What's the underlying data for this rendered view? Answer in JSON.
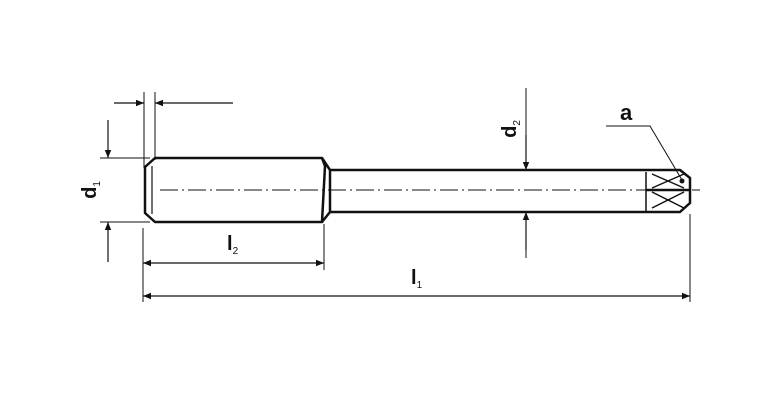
{
  "labels": {
    "d1": {
      "main": "d",
      "sub": "1"
    },
    "d2": {
      "main": "d",
      "sub": "2"
    },
    "l1": {
      "main": "l",
      "sub": "1"
    },
    "l2": {
      "main": "l",
      "sub": "2"
    },
    "a": "a"
  },
  "colors": {
    "line": "#111111",
    "background": "#ffffff"
  }
}
